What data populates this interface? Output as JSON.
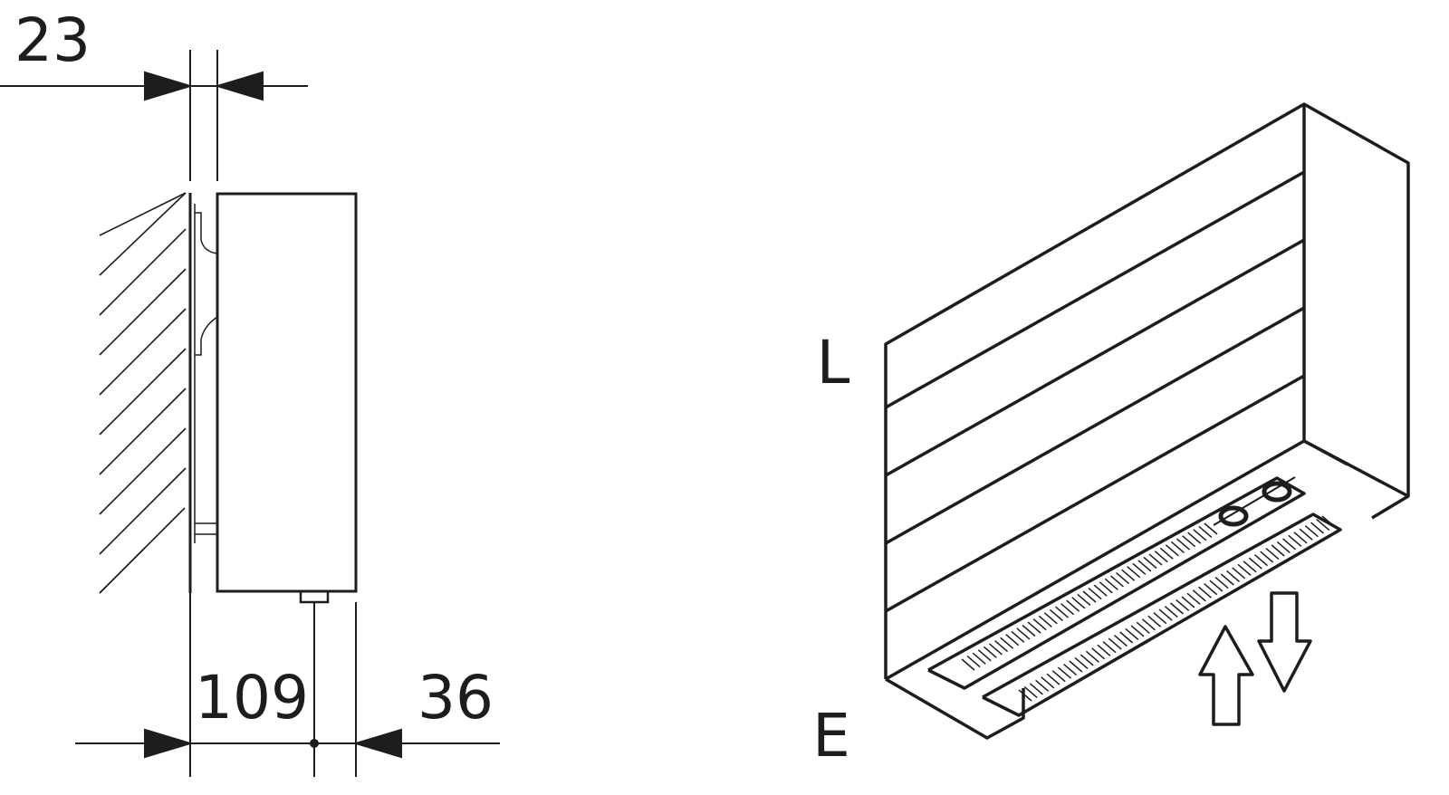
{
  "dimensions": {
    "top_gap": "23",
    "depth": "109",
    "valve_offset": "36"
  },
  "labels": {
    "length": "L",
    "entry": "E"
  },
  "colors": {
    "stroke": "#1d1d1b"
  }
}
